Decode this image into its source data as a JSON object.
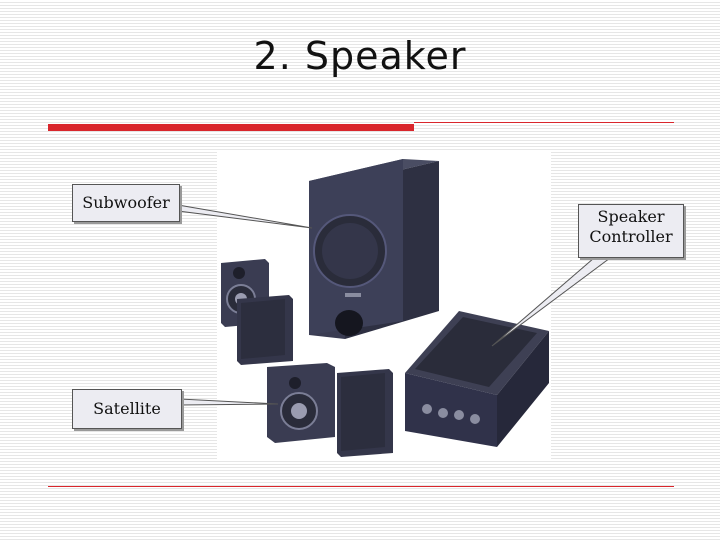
{
  "slide": {
    "title": "2. Speaker"
  },
  "callouts": {
    "subwoofer": "Subwoofer",
    "satellite": "Satellite",
    "controller_line1": "Speaker",
    "controller_line2": "Controller"
  },
  "colors": {
    "accent_red": "#d9262c",
    "callout_fill": "#ececf2",
    "speaker_body": "#3a3c4e"
  }
}
